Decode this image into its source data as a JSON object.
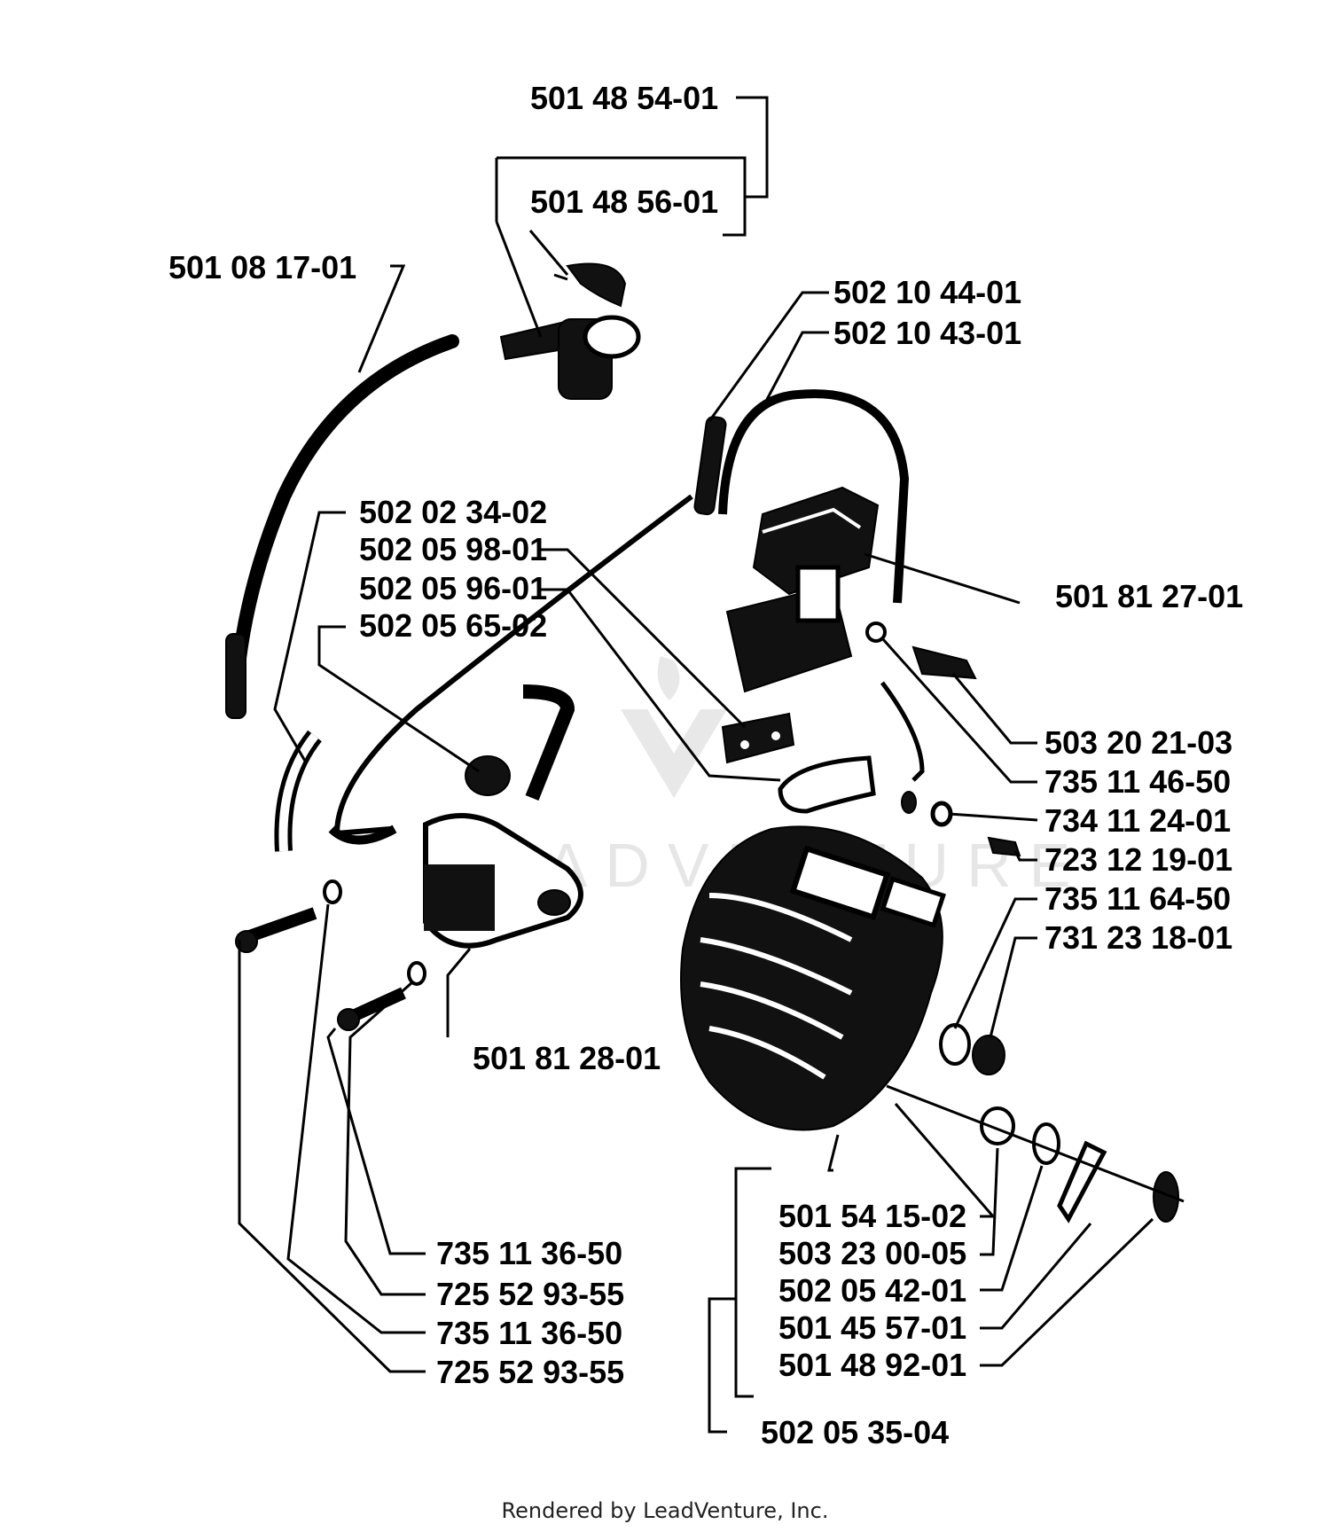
{
  "labels": {
    "p1": "501 48 54-01",
    "p2": "501 48 56-01",
    "p3": "501 08 17-01",
    "p4": "502 10 44-01",
    "p5": "502 10 43-01",
    "p6": "502 02 34-02",
    "p7": "502 05 98-01",
    "p8": "502 05 96-01",
    "p9": "502 05 65-02",
    "p10": "501 81 27-01",
    "p11": "503 20 21-03",
    "p12": "735 11 46-50",
    "p13": "734 11 24-01",
    "p14": "723 12 19-01",
    "p15": "735 11 64-50",
    "p16": "731 23 18-01",
    "p17": "501 81 28-01",
    "p18": "501 54 15-02",
    "p19": "503 23 00-05",
    "p20": "502 05 42-01",
    "p21": "501 45 57-01",
    "p22": "501 48 92-01",
    "p23": "502 05 35-04",
    "p24": "735 11 36-50",
    "p25": "725 52 93-55",
    "p26": "735 11 36-50",
    "p27": "725 52 93-55"
  },
  "watermark": "LEADVENTURE",
  "footer": "Rendered by LeadVenture, Inc."
}
